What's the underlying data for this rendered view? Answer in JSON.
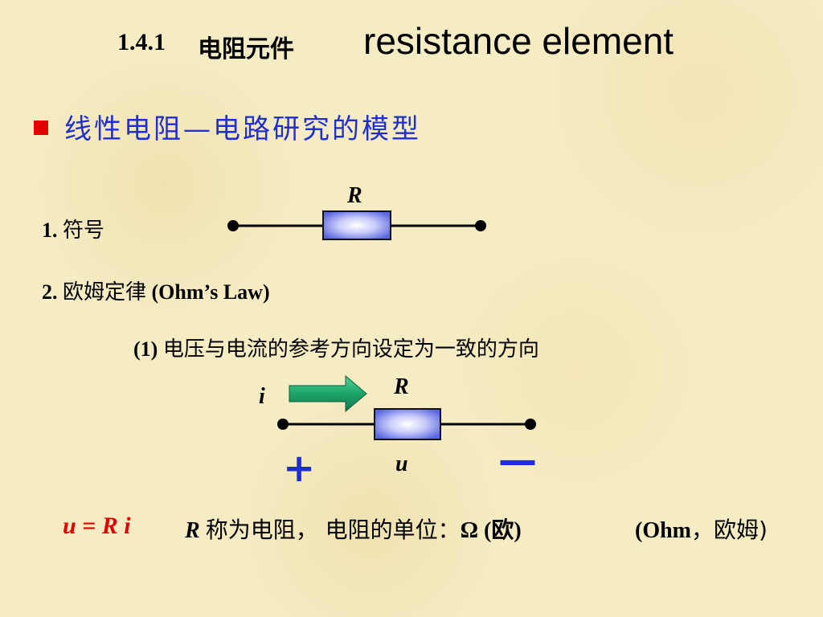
{
  "title": {
    "number": "1.4.1",
    "chinese": "电阻元件",
    "english": "resistance element"
  },
  "subtitle": "线性电阻—电路研究的模型",
  "items": {
    "symbol": {
      "prefix": "1.",
      "label": "符号"
    },
    "ohms_law": {
      "prefix": "2.",
      "label": "欧姆定律",
      "english": "(Ohm’s Law)"
    },
    "direction": {
      "prefix": "(1)",
      "text": "电压与电流的参考方向设定为一致的方向"
    }
  },
  "diagram1": {
    "resistor_label": "R"
  },
  "diagram2": {
    "resistor_label": "R",
    "current_label": "i",
    "voltage_label": "u",
    "plus_sign": "+",
    "minus_sign": "—"
  },
  "formula": {
    "equation": "u = R i",
    "r_symbol": "R",
    "text": "称为电阻，  电阻的单位：",
    "omega": "Ω",
    "omega_name": "(欧)",
    "ohm_en": "(Ohm",
    "ohm_cn": "，欧姆)"
  },
  "colors": {
    "accent_red": "#e00000",
    "accent_blue": "#1f2fcf",
    "resistor_fill": "#6b76e6",
    "arrow_green": "#1ea36a"
  }
}
